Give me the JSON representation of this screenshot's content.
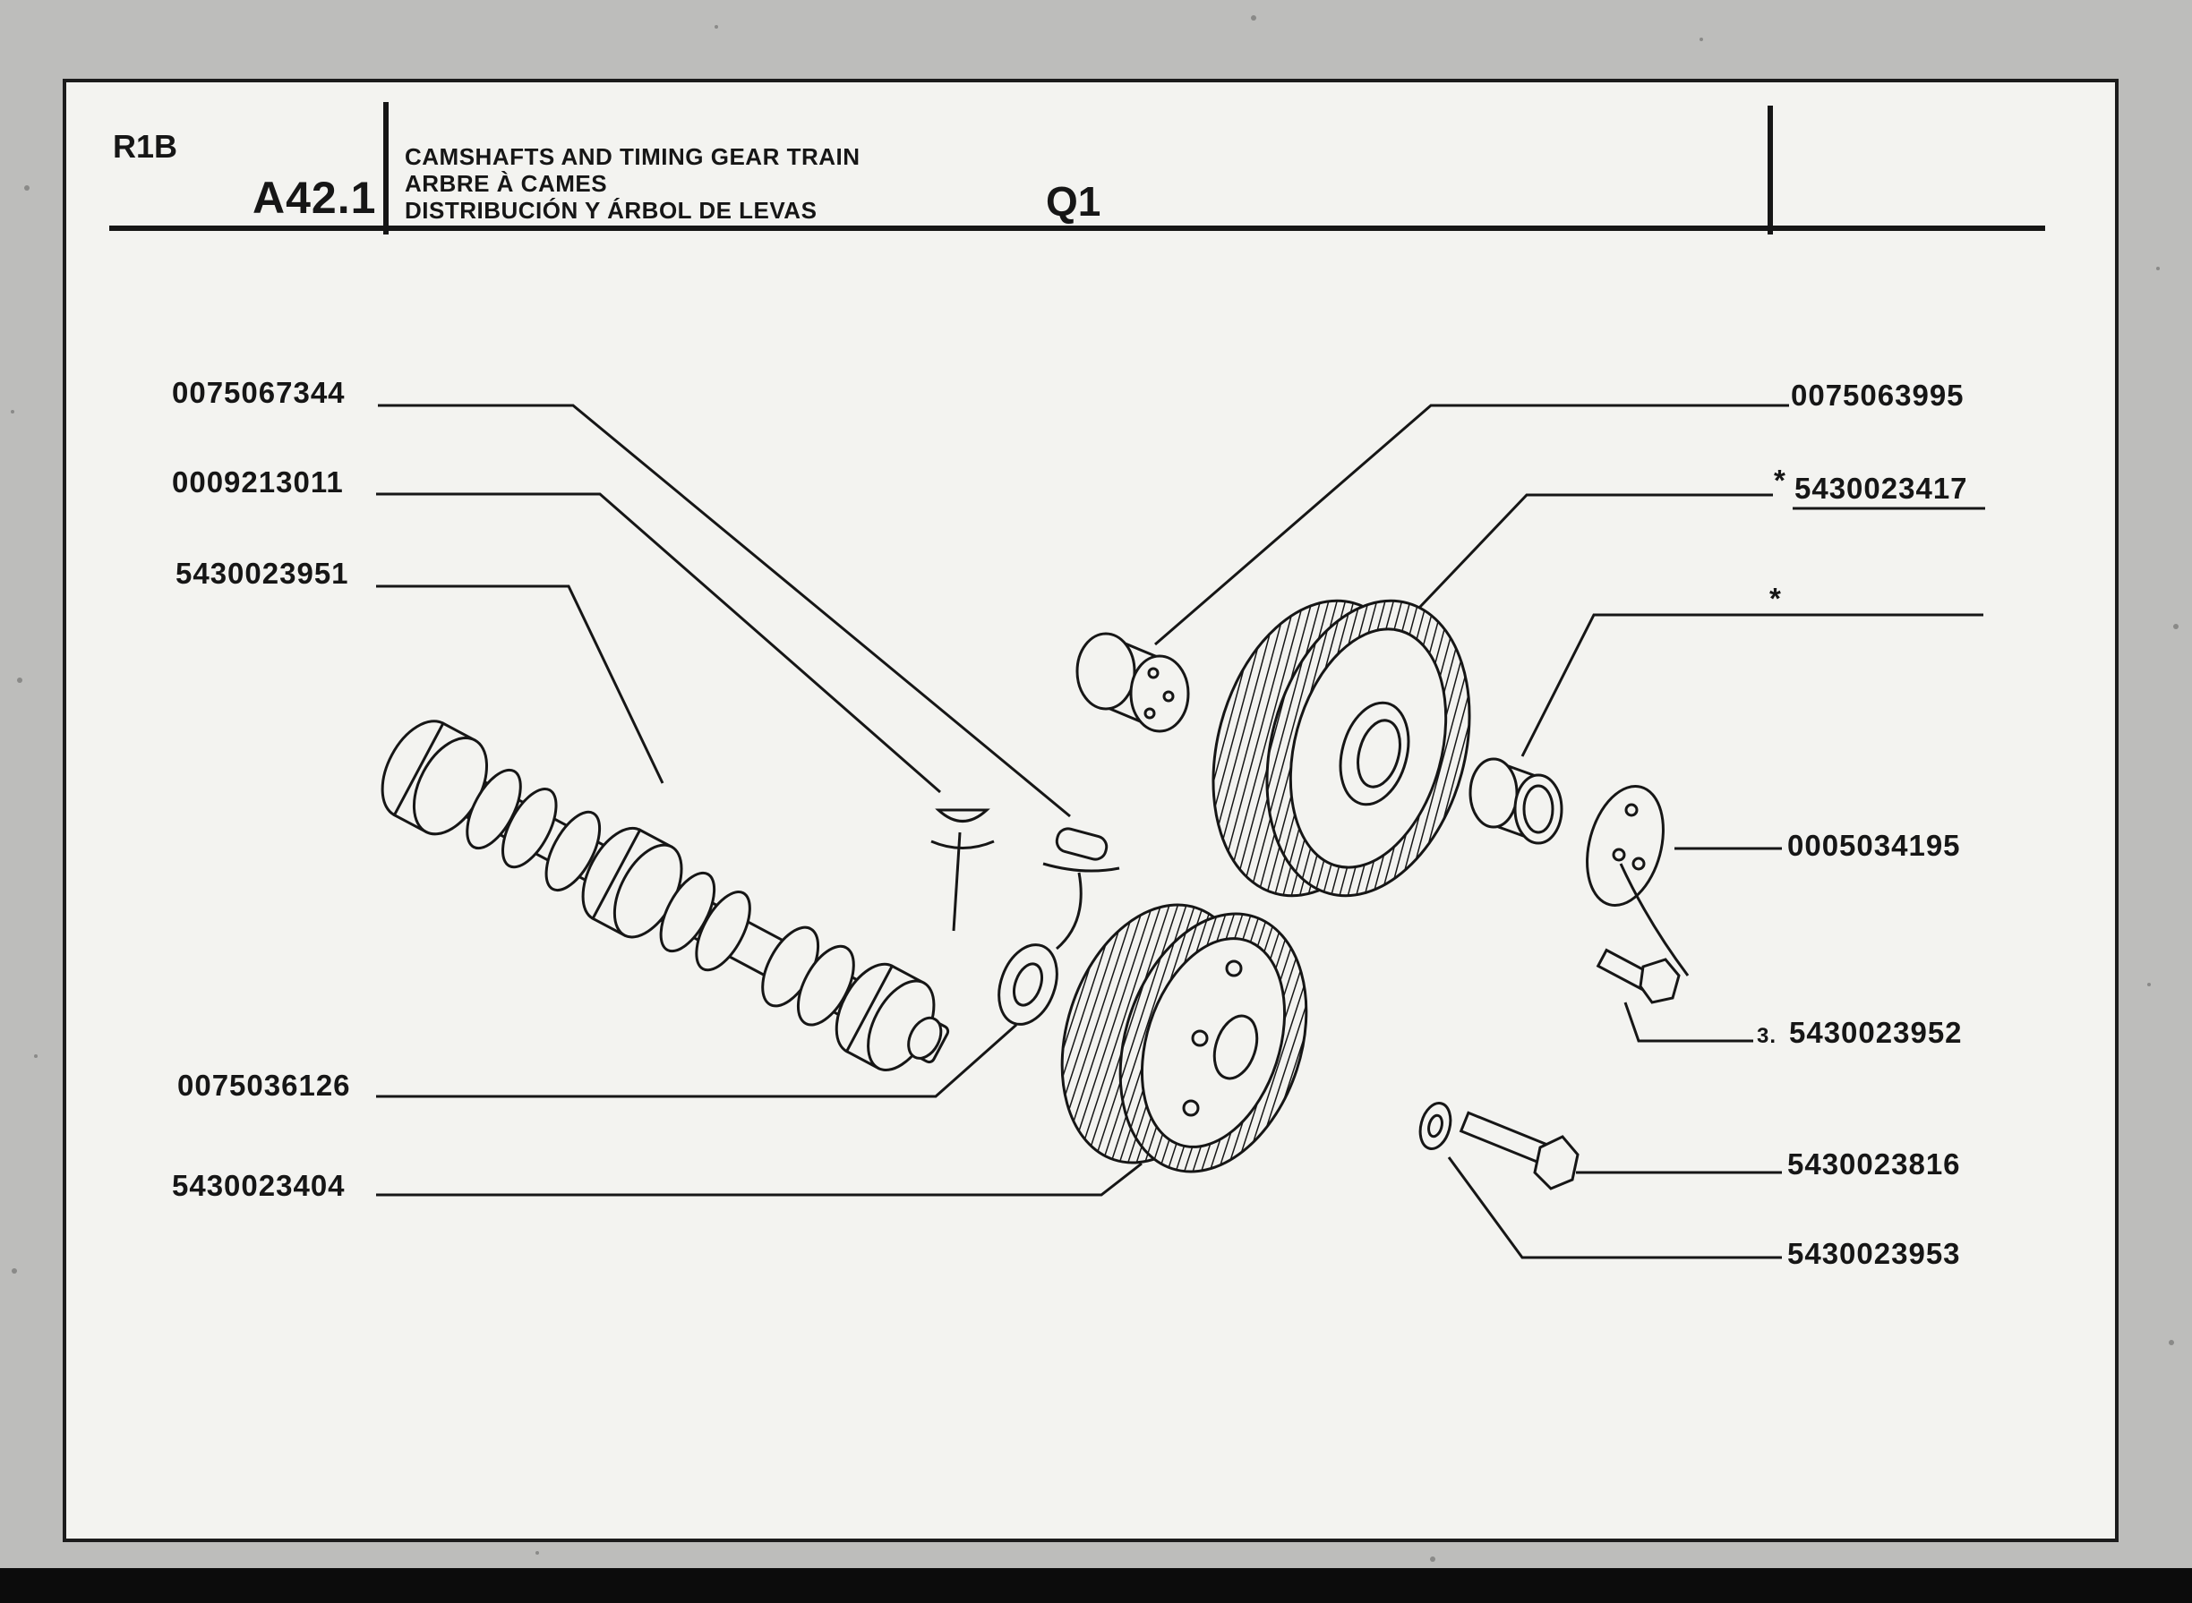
{
  "header": {
    "section_code": "R1B",
    "page_code": "A42.1",
    "title_en": "CAMSHAFTS AND TIMING GEAR TRAIN",
    "title_fr": "ARBRE À CAMES",
    "title_es": "DISTRIBUCIÓN Y ÁRBOL DE LEVAS",
    "group_code": "Q1"
  },
  "parts": {
    "key_pin": "0075067344",
    "woodruff_key": "0009213011",
    "camshaft": "5430023951",
    "spacer_washer": "0075036126",
    "camshaft_gear": "5430023404",
    "idler_hub": "0075063995",
    "idler_gear": "5430023417",
    "idler_gear_marker": "*",
    "bushing_marker": "*",
    "retaining_plate": "0005034195",
    "plate_screw_qty": "3.",
    "plate_screw": "5430023952",
    "gear_bolt": "5430023816",
    "gear_bolt_washer": "5430023953"
  }
}
